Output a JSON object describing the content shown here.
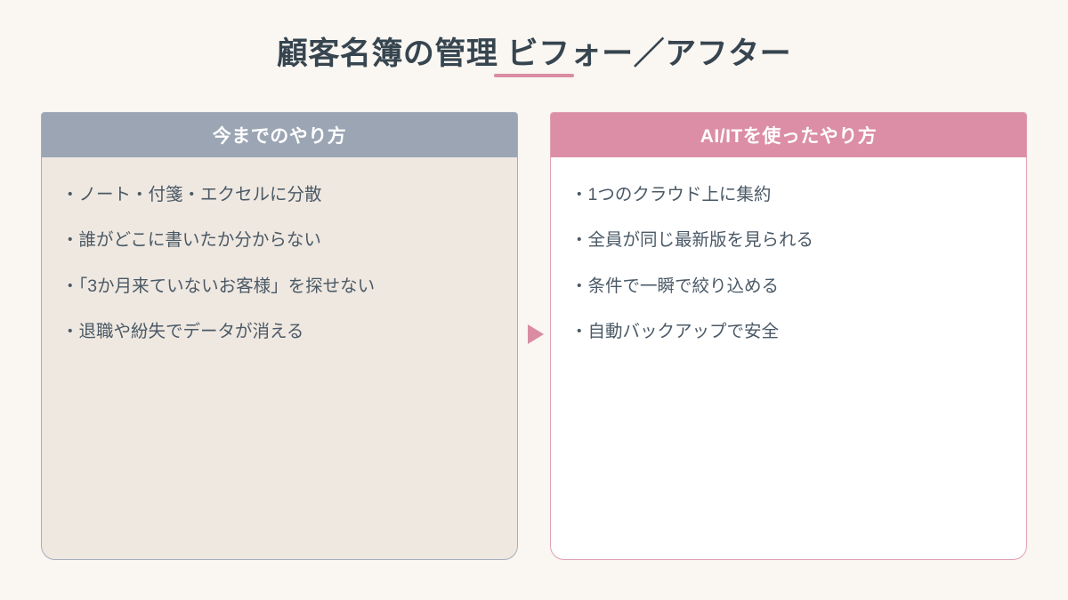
{
  "title": {
    "text": "顧客名簿の管理 ビフォー／アフター",
    "accent_color": "#D98CA3",
    "color": "#36454F"
  },
  "background_color": "#FAF6F2",
  "arrow": {
    "icon": "triangle-right-icon",
    "color": "#D98CA3"
  },
  "panels": {
    "before": {
      "header_label": "今までのやり方",
      "header_color": "#9BA5B4",
      "body_color": "#EFE8E0",
      "border_color": "#A5AEBC",
      "items": [
        "・ノート・付箋・エクセルに分散",
        "・誰がどこに書いたか分からない",
        "・「3か月来ていないお客様」を探せない",
        "・退職や紛失でデータが消える"
      ]
    },
    "after": {
      "header_label": "AI/ITを使ったやり方",
      "header_color": "#DB8EA6",
      "body_color": "#FFFFFF",
      "border_color": "#DFA0B4",
      "items": [
        "・1つのクラウド上に集約",
        "・全員が同じ最新版を見られる",
        "・条件で一瞬で絞り込める",
        "・自動バックアップで安全"
      ]
    }
  }
}
